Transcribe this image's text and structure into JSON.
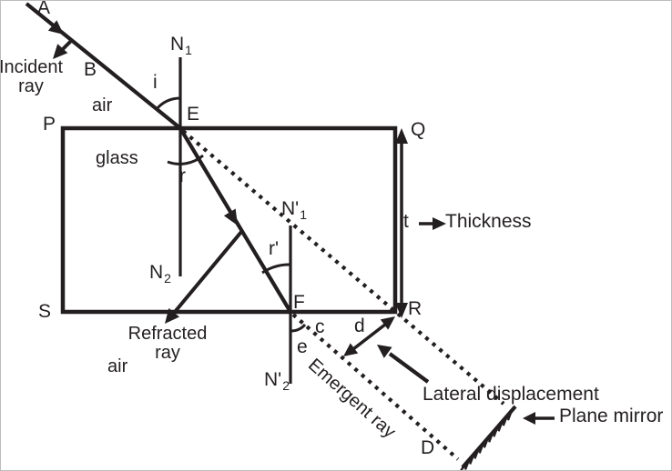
{
  "diagram": {
    "colors": {
      "ink": "#231f20",
      "background": "#ffffff"
    },
    "points": {
      "a": "A",
      "b": "B",
      "e": "E",
      "f": "F",
      "p": "P",
      "q": "Q",
      "r": "R",
      "s": "S",
      "d_prime": "D"
    },
    "normals": {
      "n1_top": {
        "main": "N",
        "sub": "1"
      },
      "n1_bottom": {
        "main": "N",
        "sub": "2"
      },
      "n2_top": {
        "main": "N'",
        "sub": "1"
      },
      "n2_bottom": {
        "main": "N'",
        "sub": "2"
      }
    },
    "angles": {
      "incidence": "i",
      "refraction": "r",
      "refraction_prime": "r'",
      "c": "c",
      "emergence": "e"
    },
    "measures": {
      "lateral_d": "d",
      "thickness_t": "t"
    },
    "ray_labels": {
      "incident": "Incident\nray",
      "refracted": "Refracted\nray",
      "emergent": "Emergent ray"
    },
    "media_labels": {
      "air_top": "air",
      "glass": "glass",
      "air_bottom": "air"
    },
    "annotations": {
      "lateral_displacement": "Lateral displacement",
      "plane_mirror": "Plane mirror",
      "thickness": "Thickness"
    }
  }
}
